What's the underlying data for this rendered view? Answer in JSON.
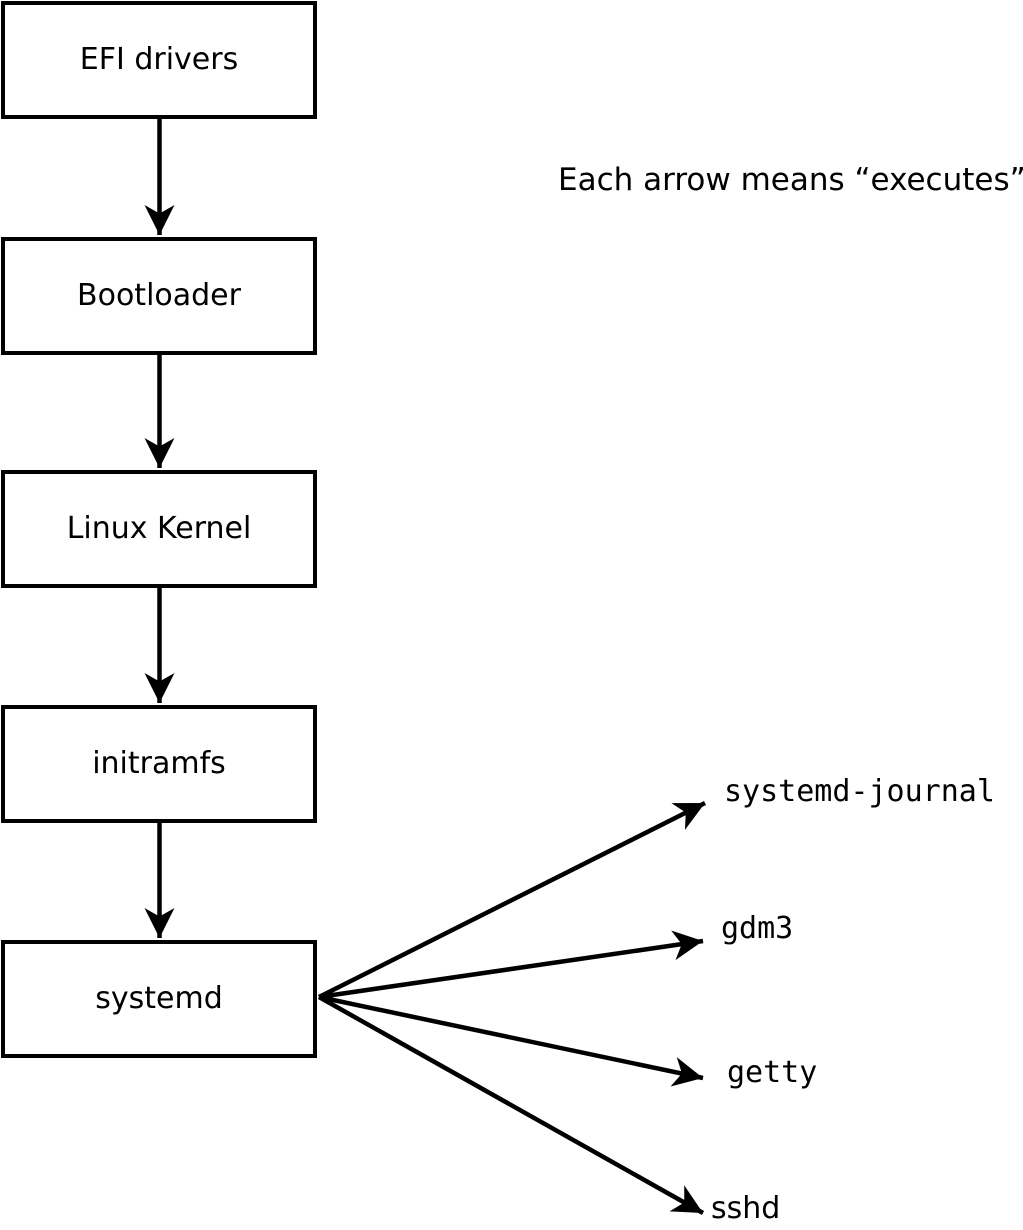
{
  "note": {
    "text": "Each arrow means “executes”."
  },
  "diagram": {
    "type": "flowchart",
    "arrow_meaning": "executes",
    "chain": [
      {
        "label": "EFI drivers"
      },
      {
        "label": "Bootloader"
      },
      {
        "label": "Linux Kernel"
      },
      {
        "label": "initramfs"
      },
      {
        "label": "systemd"
      }
    ],
    "spawned": [
      {
        "label": "systemd-journal"
      },
      {
        "label": "gdm3"
      },
      {
        "label": "getty"
      },
      {
        "label": "sshd"
      }
    ]
  },
  "colors": {
    "line": "#000000",
    "text": "#000000",
    "box_fill": "#ffffff",
    "background": "#ffffff"
  }
}
